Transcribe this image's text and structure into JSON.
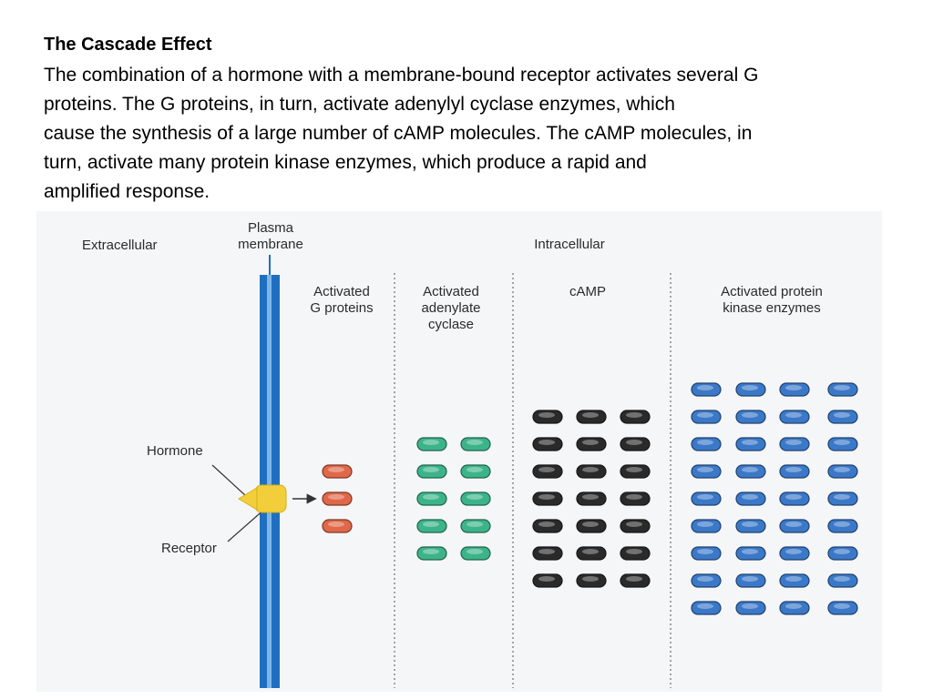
{
  "slide": {
    "title": "The Cascade Effect",
    "body_lines": [
      "The combination of a hormone with a membrane-bound receptor activates several G",
      "proteins. The G proteins, in turn, activate adenylyl cyclase enzymes, which",
      "cause the synthesis of a large number of cAMP molecules. The cAMP molecules, in",
      "turn, activate many protein kinase enzymes, which produce a rapid and",
      "amplified response."
    ]
  },
  "diagram": {
    "labels": {
      "extracellular": "Extracellular",
      "plasma_membrane": [
        "Plasma",
        "membrane"
      ],
      "intracellular": "Intracellular",
      "hormone": "Hormone",
      "receptor": "Receptor"
    },
    "columns": [
      {
        "label_lines": [
          "Activated",
          "G proteins"
        ],
        "rows": 3,
        "cols": 1,
        "color": "#e06848"
      },
      {
        "label_lines": [
          "Activated",
          "adenylate",
          "cyclase"
        ],
        "rows": 5,
        "cols": 2,
        "color": "#3cb48a"
      },
      {
        "label_lines": [
          "cAMP"
        ],
        "rows": 7,
        "cols": 3,
        "color": "#2a2a2a"
      },
      {
        "label_lines": [
          "Activated protein",
          "kinase enzymes"
        ],
        "rows": 9,
        "cols": 4,
        "color": "#3b78c8"
      }
    ],
    "colors": {
      "membrane": "#1f6fc0",
      "membrane_highlight": "#7fb5e6",
      "receptor": "#f2cf3a",
      "diagram_background": "#f5f6f8"
    }
  }
}
